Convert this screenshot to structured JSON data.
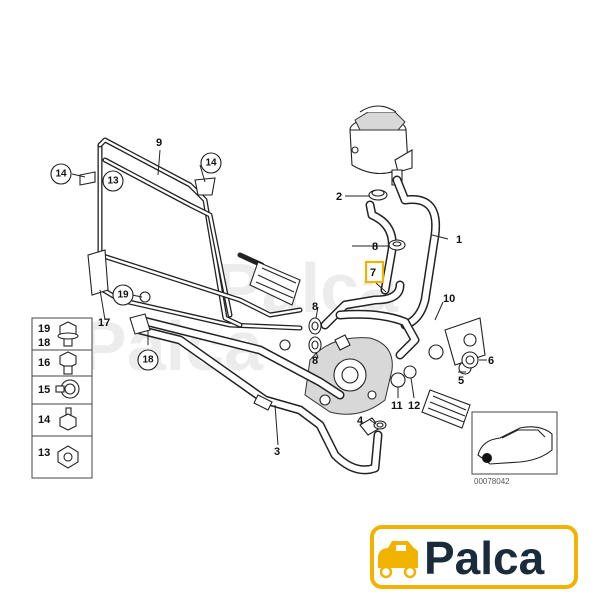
{
  "labels": {
    "p1": "1",
    "p2": "2",
    "p3": "3",
    "p5": "5",
    "p6": "6",
    "p7": "7",
    "p8a": "8",
    "p8b": "8",
    "p8c": "8",
    "p9": "9",
    "p10": "10",
    "p11": "11",
    "p12": "12",
    "p14a": "14",
    "p14b": "14",
    "p13a": "13",
    "p17": "17",
    "p18a": "18",
    "p19a": "19",
    "p4": "4"
  },
  "legend": [
    {
      "top": "19",
      "bottom": "18",
      "icon": "bolt-washer-icon"
    },
    {
      "top": "16",
      "bottom": "",
      "icon": "hex-bolt-icon"
    },
    {
      "top": "15",
      "bottom": "",
      "icon": "hose-clamp-icon"
    },
    {
      "top": "14",
      "bottom": "",
      "icon": "stud-nut-icon"
    },
    {
      "top": "13",
      "bottom": "",
      "icon": "hex-nut-icon"
    }
  ],
  "catalog_number": "00078042",
  "brand": {
    "name": "Palca",
    "accent": "#f2b200",
    "text_color": "#1a2b3c"
  },
  "watermark": "Palca",
  "highlight_color": "#f2b200"
}
